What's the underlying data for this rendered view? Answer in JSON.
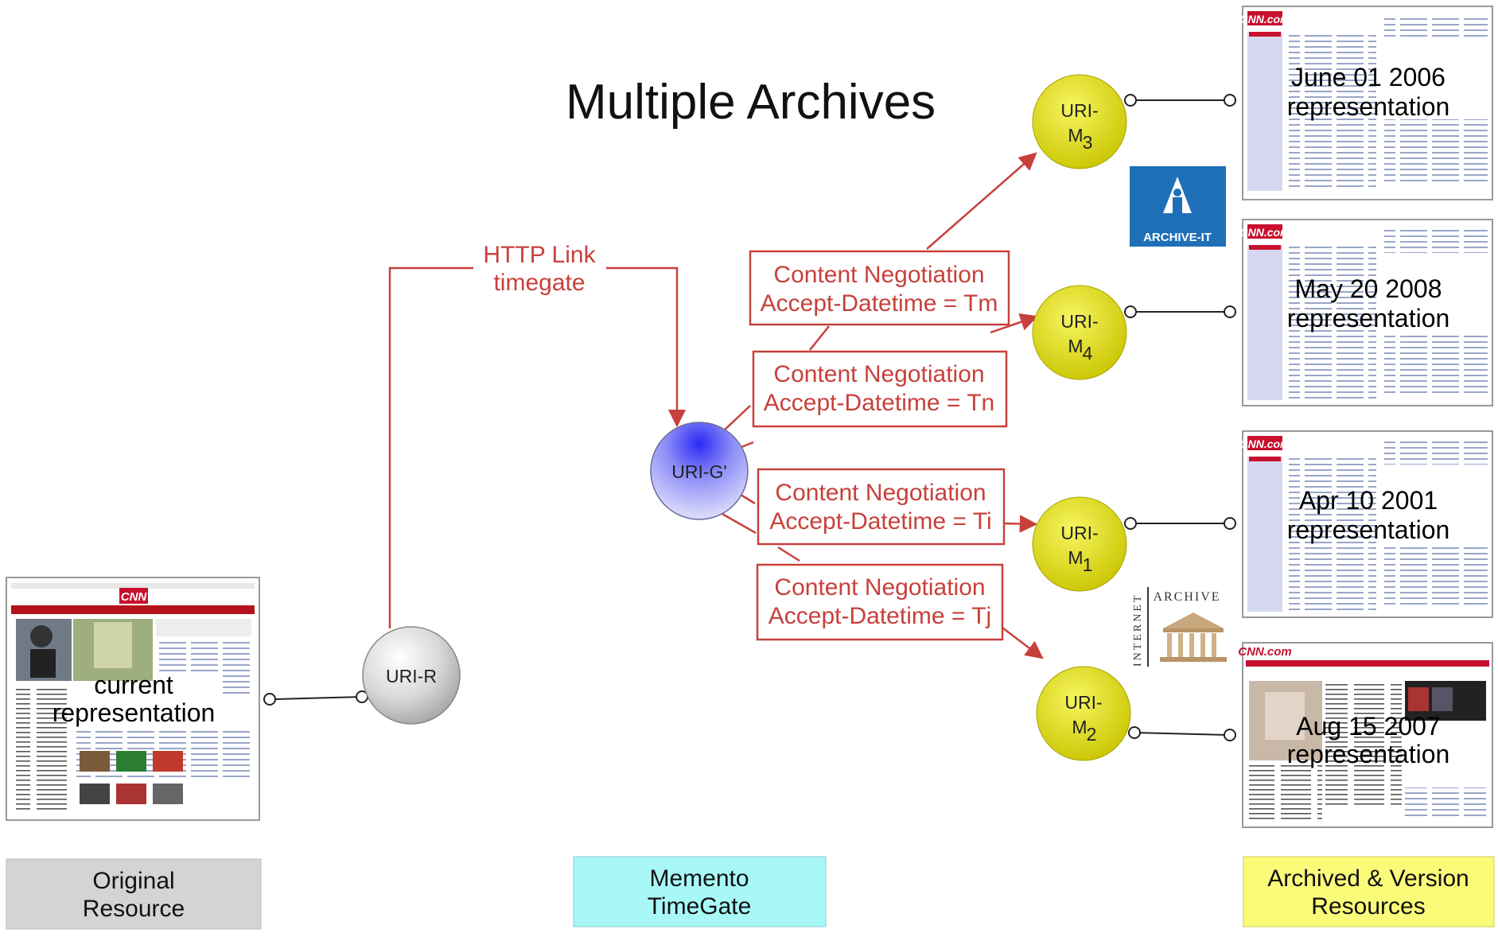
{
  "title": "Multiple Archives",
  "http_link": {
    "line1": "HTTP Link",
    "line2": "timegate"
  },
  "nodes": {
    "uri_r": "URI-R",
    "uri_g": "URI-G'",
    "m3": {
      "prefix": "URI-",
      "base": "M",
      "sub": "3"
    },
    "m4": {
      "prefix": "URI-",
      "base": "M",
      "sub": "4"
    },
    "m1": {
      "prefix": "URI-",
      "base": "M",
      "sub": "1"
    },
    "m2": {
      "prefix": "URI-",
      "base": "M",
      "sub": "2"
    }
  },
  "negotiations": [
    {
      "line1": "Content Negotiation",
      "line2": "Accept-Datetime = Tm"
    },
    {
      "line1": "Content Negotiation",
      "line2": "Accept-Datetime = Tn"
    },
    {
      "line1": "Content Negotiation",
      "line2": "Accept-Datetime = Ti"
    },
    {
      "line1": "Content Negotiation",
      "line2": "Accept-Datetime = Tj"
    }
  ],
  "current": {
    "line1": "current",
    "line2": "representation",
    "logo": "CNN"
  },
  "archived": [
    {
      "date": "June 01 2006",
      "label": "representation",
      "logo": "CNN.com"
    },
    {
      "date": "May 20 2008",
      "label": "representation",
      "logo": "CNN.com"
    },
    {
      "date": "Apr 10 2001",
      "label": "representation",
      "logo": "CNN.com"
    },
    {
      "date": "Aug 15 2007",
      "label": "representation",
      "logo": "CNN.com"
    }
  ],
  "archive_it": {
    "label": "ARCHIVE-IT"
  },
  "internet_archive": {
    "top": "ARCHIVE",
    "side": "INTERNET"
  },
  "footer": {
    "original": {
      "line1": "Original",
      "line2": "Resource"
    },
    "timegate": {
      "line1": "Memento",
      "line2": "TimeGate"
    },
    "archived": {
      "line1": "Archived & Version",
      "line2": "Resources"
    }
  },
  "colors": {
    "red": "#c8403b",
    "yellow_node": "#e6e21e",
    "blue_node": "#5b5bf0",
    "gray_box": "#d4d4d4",
    "cyan_box": "#a8f8f8",
    "yellow_box": "#fbfb7a",
    "archive_it_blue": "#1f6fb8"
  }
}
